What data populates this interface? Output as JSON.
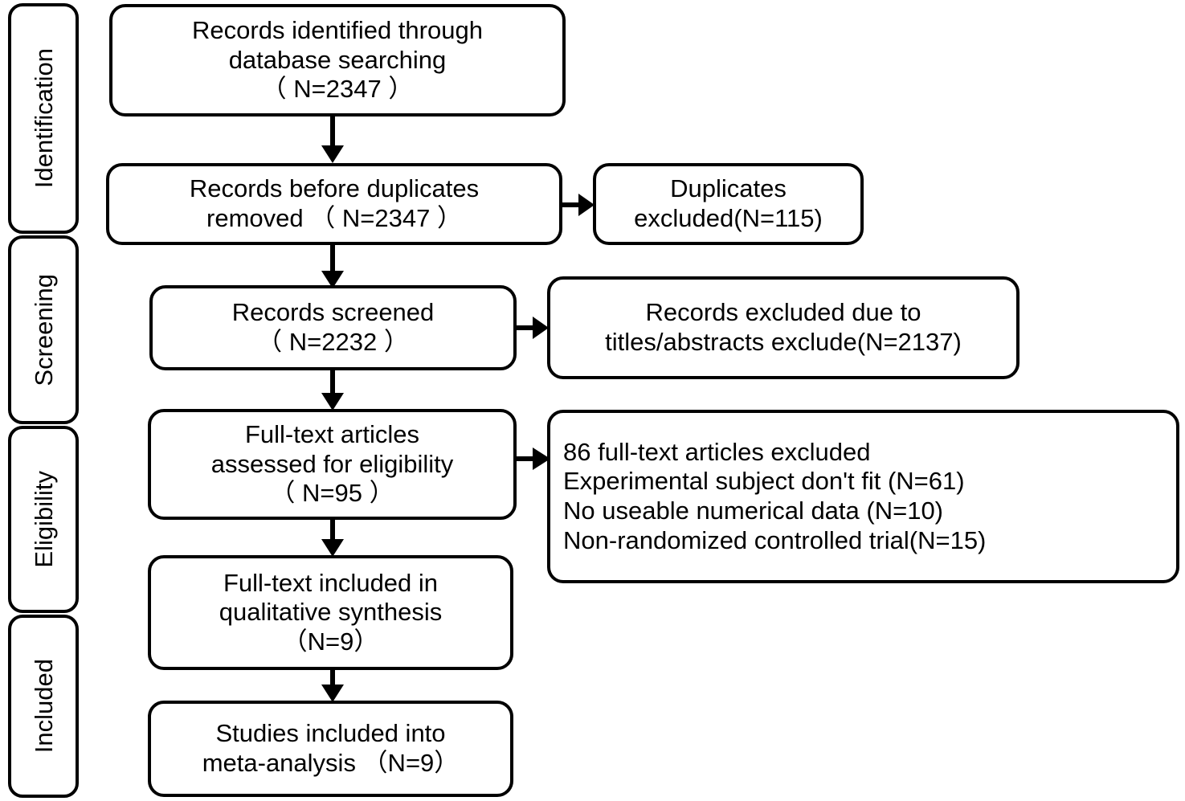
{
  "diagram": {
    "title": "PRISMA flow diagram",
    "stroke_color": "#000000",
    "fill_color": "#ffffff"
  },
  "stages": [
    {
      "label": "Identification"
    },
    {
      "label": "Screening"
    },
    {
      "label": "Eligibility"
    },
    {
      "label": "Included"
    }
  ],
  "nodes": {
    "identified": {
      "text": "Records identified through\ndatabase searching\n（ N=2347 ）",
      "count": 2347
    },
    "before_duplicates": {
      "text": "Records before duplicates\nremoved （ N=2347 ）",
      "count": 2347
    },
    "duplicates_excluded": {
      "text": "Duplicates\nexcluded(N=115)",
      "count": 115
    },
    "screened": {
      "text": "Records screened\n（ N=2232 ）",
      "count": 2232
    },
    "records_excluded": {
      "text": "Records excluded due to\ntitles/abstracts exclude(N=2137)",
      "count": 2137
    },
    "fulltext_assessed": {
      "text": "Full-text articles\nassessed for eligibility\n（ N=95 ）",
      "count": 95
    },
    "fulltext_excluded": {
      "text": "86 full-text articles excluded\n    Experimental subject don't fit (N=61)\n    No useable numerical data (N=10)\n    Non-randomized controlled trial(N=15)",
      "count": 86,
      "reasons": [
        {
          "label": "Experimental subject don't fit",
          "count": 61
        },
        {
          "label": "No useable numerical data",
          "count": 10
        },
        {
          "label": "Non-randomized controlled trial",
          "count": 15
        }
      ]
    },
    "qualitative": {
      "text": "Full-text included in\nqualitative synthesis\n（N=9）",
      "count": 9
    },
    "meta_analysis": {
      "text": "Studies included into\nmeta-analysis （N=9）",
      "count": 9
    }
  }
}
